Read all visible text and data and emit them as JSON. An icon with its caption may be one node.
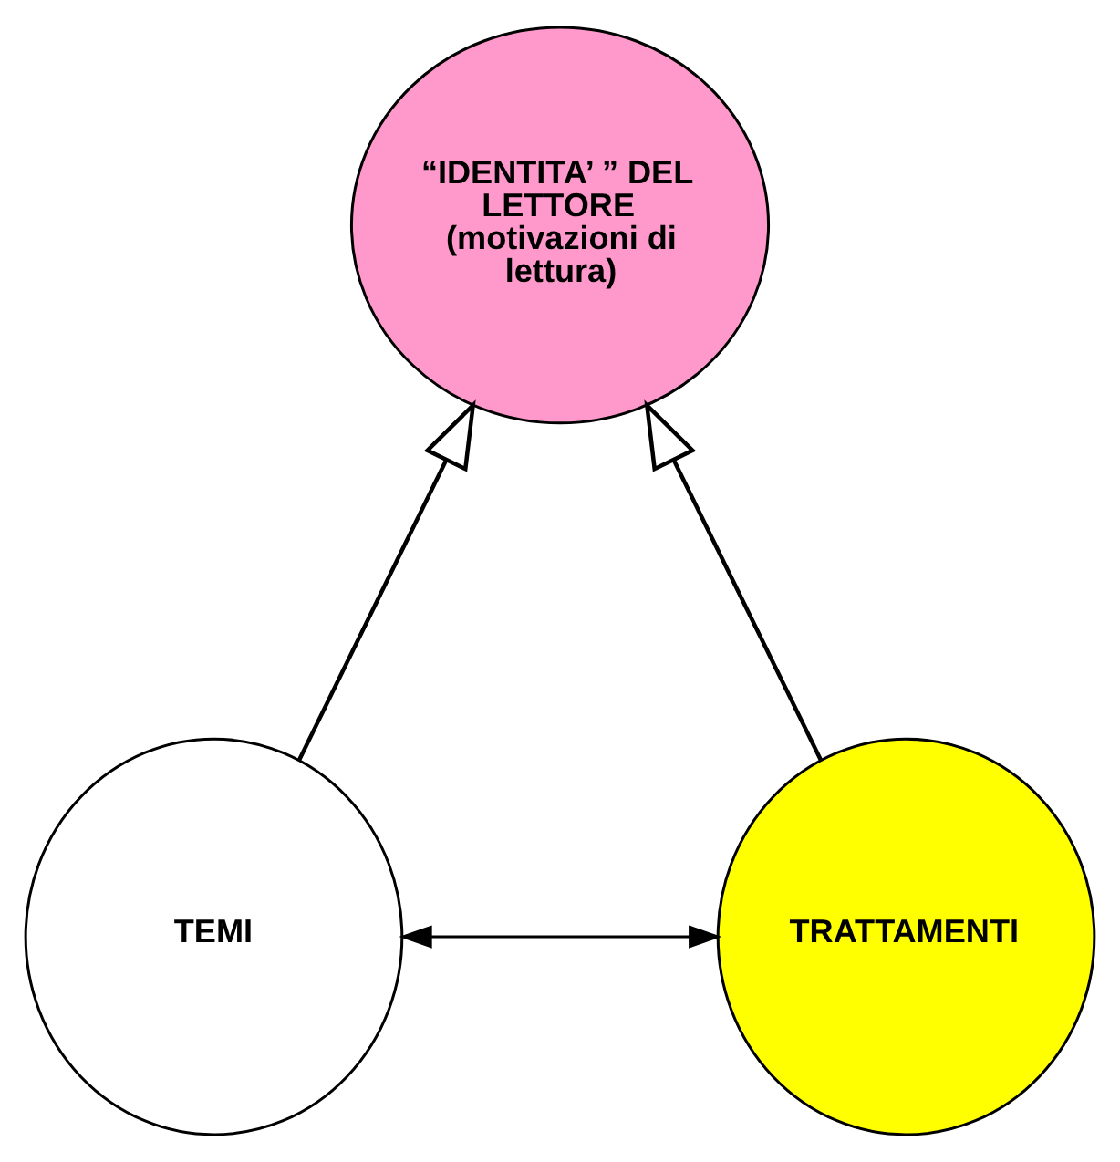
{
  "diagram": {
    "nodes": [
      {
        "text": [
          "“IDENTITA’ ” DEL LETTORE (motivazioni di lettura)"
        ]
      },
      {
        "text": [
          "TEMI"
        ]
      },
      {
        "text": [
          "TRATTAMENTI"
        ]
      }
    ],
    "edges": [
      {
        "from": 1,
        "to": 0,
        "arrow": "to"
      },
      {
        "from": 2,
        "to": 0,
        "arrow": "to"
      },
      {
        "from": 1,
        "to": 2,
        "arrow": "both"
      }
    ]
  }
}
